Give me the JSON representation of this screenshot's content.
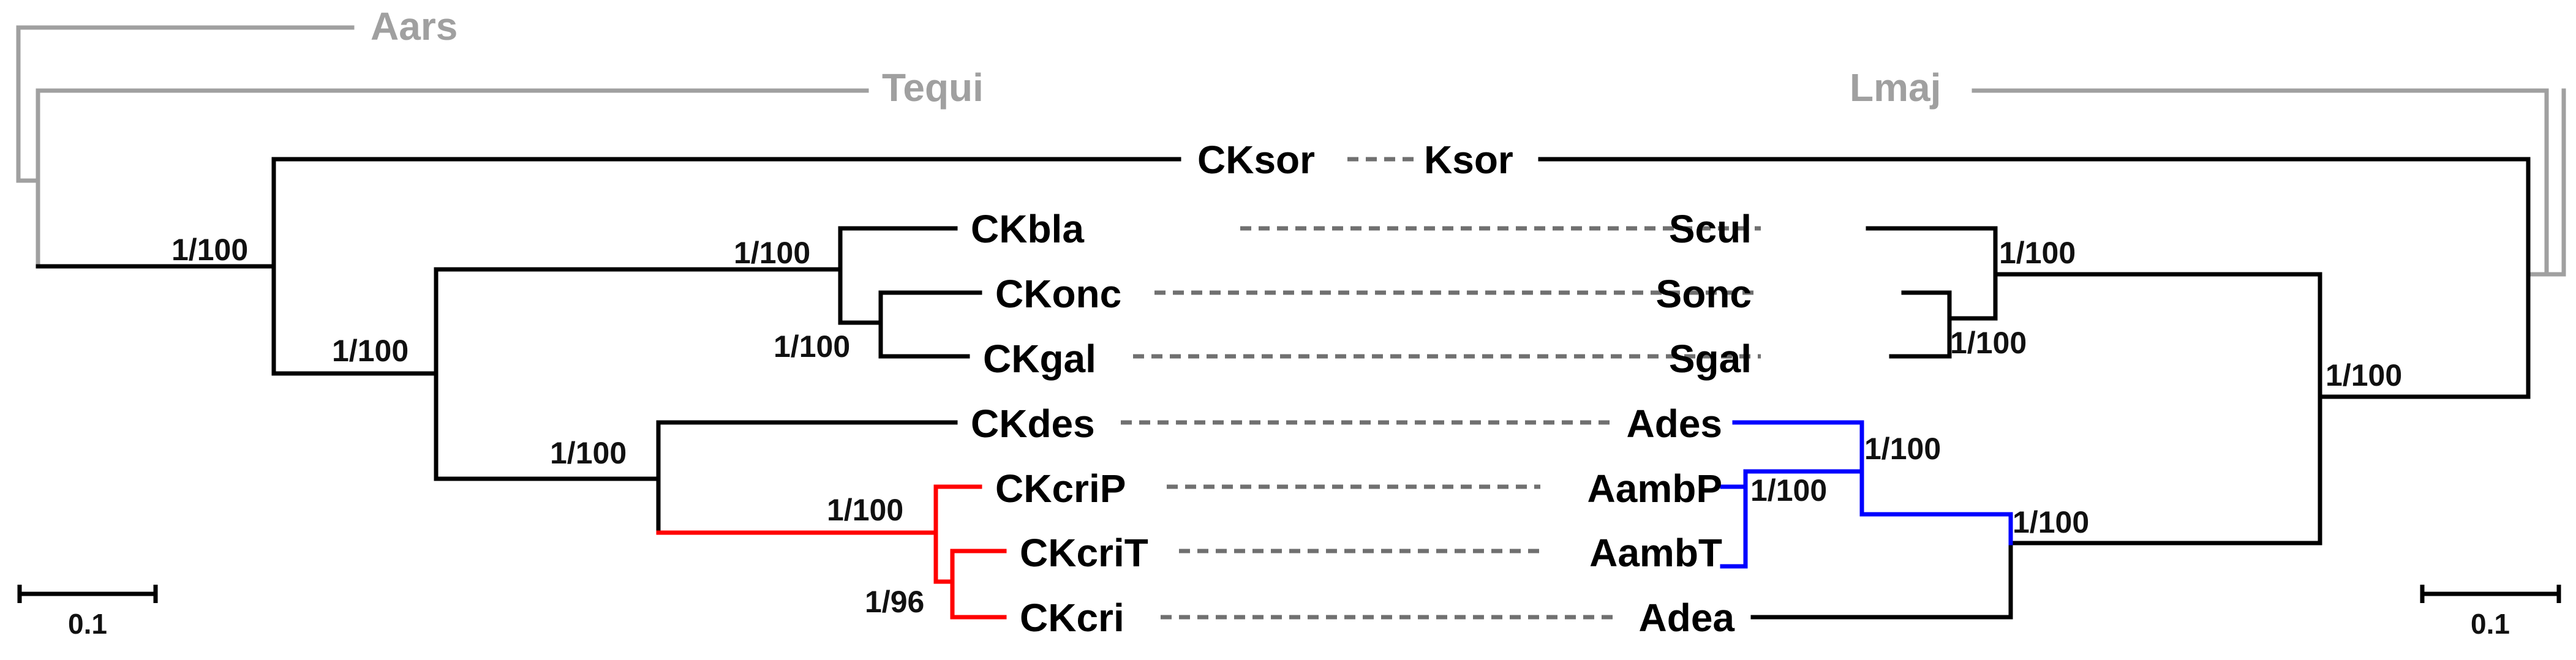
{
  "colors": {
    "default_branch": "#000000",
    "outgroup": "#a0a0a0",
    "left_highlight": "#ff0000",
    "right_highlight": "#0000ff",
    "link": "#707070"
  },
  "left_tree": {
    "outgroup_taxa": [
      "Aars",
      "Tequi"
    ],
    "taxa": [
      "CKsor",
      "CKbla",
      "CKonc",
      "CKgal",
      "CKdes",
      "CKcriP",
      "CKcriT",
      "CKcri"
    ],
    "support": [
      "1/100",
      "1/100",
      "1/100",
      "1/100",
      "1/100",
      "1/100",
      "1/96"
    ],
    "scale_bar": "0.1"
  },
  "right_tree": {
    "outgroup_taxa": [
      "Lmaj"
    ],
    "taxa": [
      "Ksor",
      "Scul",
      "Sonc",
      "Sgal",
      "Ades",
      "AambP",
      "AambT",
      "Adea"
    ],
    "support": [
      "1/100",
      "1/100",
      "1/100",
      "1/100",
      "1/100",
      "1/100"
    ],
    "scale_bar": "0.1"
  },
  "links": [
    [
      "CKsor",
      "Ksor"
    ],
    [
      "CKbla",
      "Scul"
    ],
    [
      "CKonc",
      "Sonc"
    ],
    [
      "CKgal",
      "Sgal"
    ],
    [
      "CKdes",
      "Ades"
    ],
    [
      "CKcriP",
      "AambP"
    ],
    [
      "CKcriT",
      "AambT"
    ],
    [
      "CKcri",
      "Adea"
    ]
  ]
}
